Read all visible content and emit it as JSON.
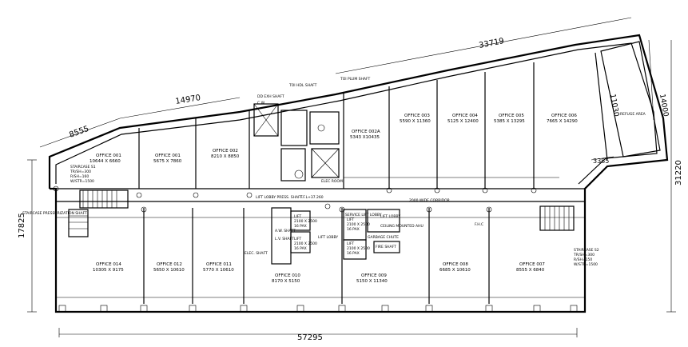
{
  "dimensions": {
    "top_overall": "33719",
    "top_left": "14970",
    "left_angled": "8555",
    "bottom_overall": "57295",
    "right_overall": "31220",
    "left_overall": "17825",
    "right_upper": "14000",
    "right_mid": "11030",
    "right_small": "3385"
  },
  "rooms": [
    {
      "name": "OFFICE 001",
      "size": "10644 X 6660"
    },
    {
      "name": "OFFICE 001",
      "size": "5675 X 7860"
    },
    {
      "name": "OFFICE 002",
      "size": "8210 X 8850"
    },
    {
      "name": "OFFICE 002A",
      "size": "5343 X10435"
    },
    {
      "name": "OFFICE 003",
      "size": "5590 X 11360"
    },
    {
      "name": "OFFICE 004",
      "size": "5125 X 12400"
    },
    {
      "name": "OFFICE 005",
      "size": "5385 X 13295"
    },
    {
      "name": "OFFICE 006",
      "size": "7665 X 14290"
    },
    {
      "name": "OFFICE 014",
      "size": "10305 X 9175"
    },
    {
      "name": "OFFICE 012",
      "size": "5650 X 10610"
    },
    {
      "name": "OFFICE 011",
      "size": "5770 X 10610"
    },
    {
      "name": "OFFICE 010",
      "size": "8170 X 5150"
    },
    {
      "name": "OFFICE 009",
      "size": "5150 X 11340"
    },
    {
      "name": "OFFICE 008",
      "size": "6685 X 10610"
    },
    {
      "name": "OFFICE 007",
      "size": "8555 X 6840"
    }
  ],
  "labels": {
    "refuge_area": "REFUGE AREA",
    "corridor": "2000 WIDE CORRIDOR",
    "lift_lobby_main": "LIFT LOBBY",
    "lift_lobby_small": "LIFT LOBBY",
    "service_lift_lobby": "SERVICE LIFT LOBBY",
    "lift_lobby_press": "LIFT LOBBY PRESS. SHAFT",
    "staircase_press": "STAIRCASE PRESSURIZATION SHAFT",
    "toilet_hdl_shaft": "TOI HDL SHAFT",
    "toi_plum_shaft": "TOI PLUM SHAFT",
    "exh_shaft": "DD EXH SHAFT",
    "cw": "C.W",
    "elec_room": "ELEC ROOM",
    "elec_shaft": "ELEC. SHAFT",
    "fhc": "F.H.C",
    "ffl": "F.F.L+37.260",
    "ceiling_mounted": "CEILING MOUNTED AHU",
    "garbage": "GARBAGE CHUTE",
    "fire_shaft": "FIRE SHAFT",
    "aw_shaft": "A.W. SHAFT",
    "lv_shaft": "L.V. SHAFT"
  },
  "lifts": [
    {
      "name": "LIFT",
      "size": "2100 X 2500",
      "cap": "16 PAX"
    },
    {
      "name": "LIFT",
      "size": "2100 X 2500",
      "cap": "16 PAX"
    },
    {
      "name": "LIFT",
      "size": "2100 X 2500",
      "cap": "16 PAX"
    },
    {
      "name": "LIFT",
      "size": "2100 X 2500",
      "cap": "16 PAX"
    }
  ],
  "staircases": [
    {
      "name": "STAIRCASE S1",
      "tr": "TR/SH=300",
      "r": "R/SH=160",
      "w": "W/STR=1500"
    },
    {
      "name": "STAIRCASE S2",
      "tr": "TR/SH=300",
      "r": "R/SH=150",
      "w": "W/STR=1500"
    }
  ]
}
